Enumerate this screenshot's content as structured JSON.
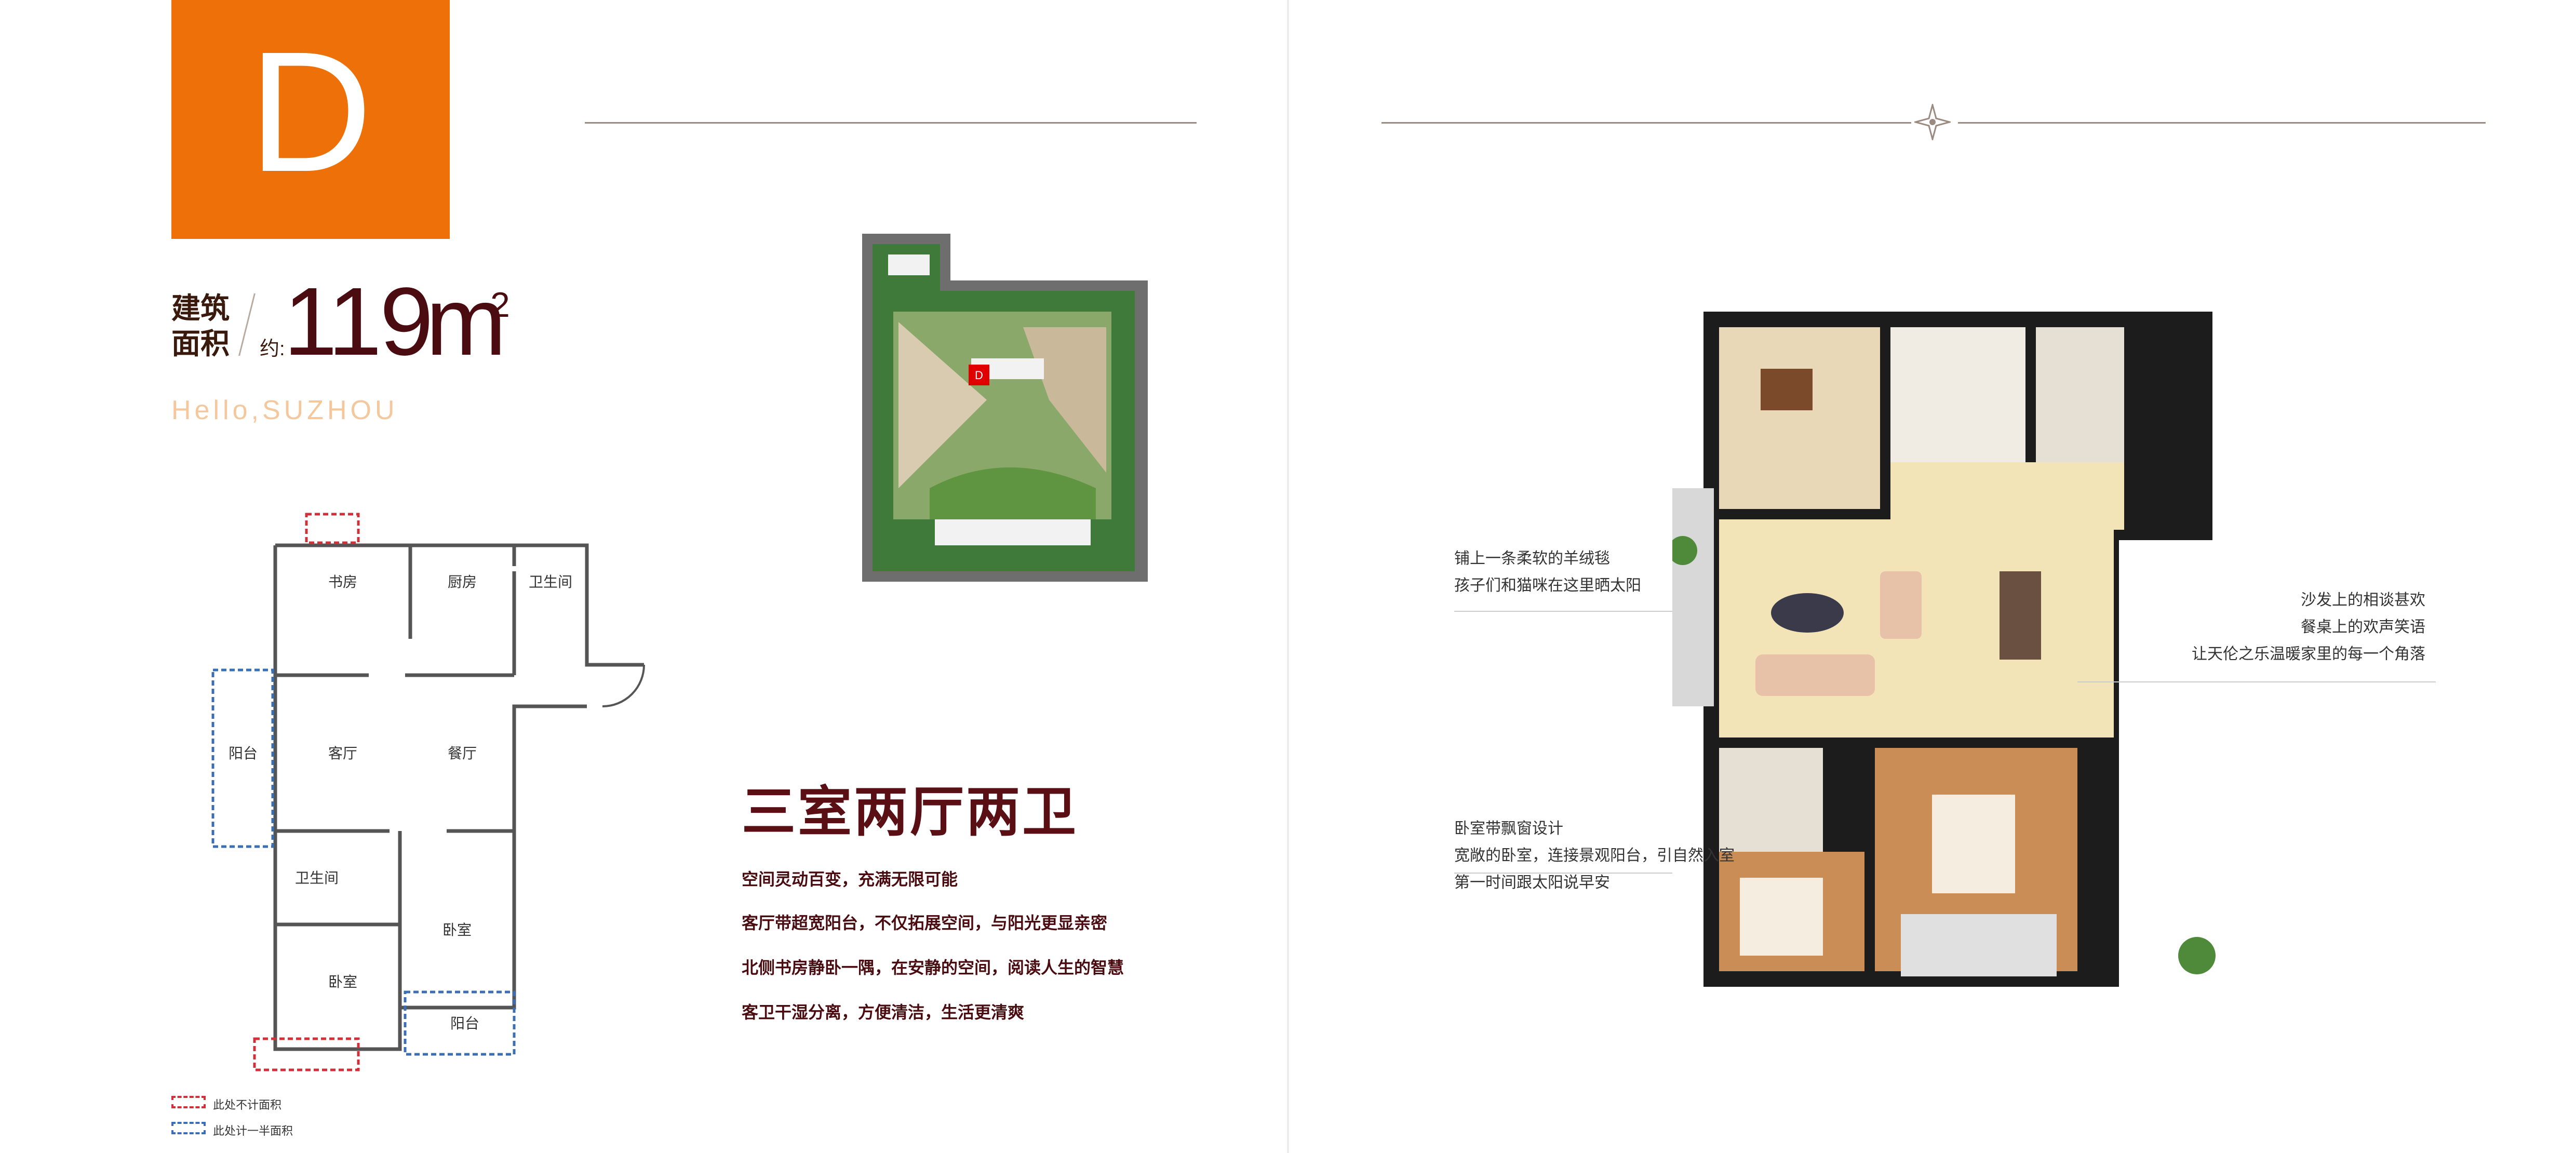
{
  "unit_badge": "D",
  "area": {
    "label_line1": "建筑",
    "label_line2": "面积",
    "approx": "约:",
    "value": "119",
    "unit": "m",
    "sup": "2"
  },
  "hello_text": "Hello,SUZHOU",
  "headline": "三室两厅两卫",
  "features": [
    "空间灵动百变，充满无限可能",
    "客厅带超宽阳台，不仅拓展空间，与阳光更显亲密",
    "北侧书房静卧一隅，在安静的空间，阅读人生的智慧",
    "客卫干湿分离，方便清洁，生活更清爽"
  ],
  "site_marker": "D",
  "plan_rooms": {
    "study": "书房",
    "kitchen": "厨房",
    "bath1": "卫生间",
    "balcony1": "阳台",
    "living": "客厅",
    "dining": "餐厅",
    "bath2": "卫生间",
    "bedroom1": "卧室",
    "bedroom2": "卧室",
    "balcony2": "阳台"
  },
  "legend": {
    "red": "此处不计面积",
    "blue": "此处计一半面积"
  },
  "captions": {
    "left_top": [
      "铺上一条柔软的羊绒毯",
      "孩子们和猫咪在这里晒太阳"
    ],
    "right": [
      "沙发上的相谈甚欢",
      "餐桌上的欢声笑语",
      "让天伦之乐温暖家里的每一个角落"
    ],
    "left_bottom": [
      "卧室带飘窗设计",
      "宽敞的卧室，连接景观阳台，引自然入室",
      "第一时间跟太阳说早安"
    ]
  },
  "colors": {
    "accent": "#ee7008",
    "headline": "#5a0f15",
    "hello": "#f4c79c",
    "legend_red": "#d0303a",
    "legend_blue": "#3a6fb5"
  }
}
